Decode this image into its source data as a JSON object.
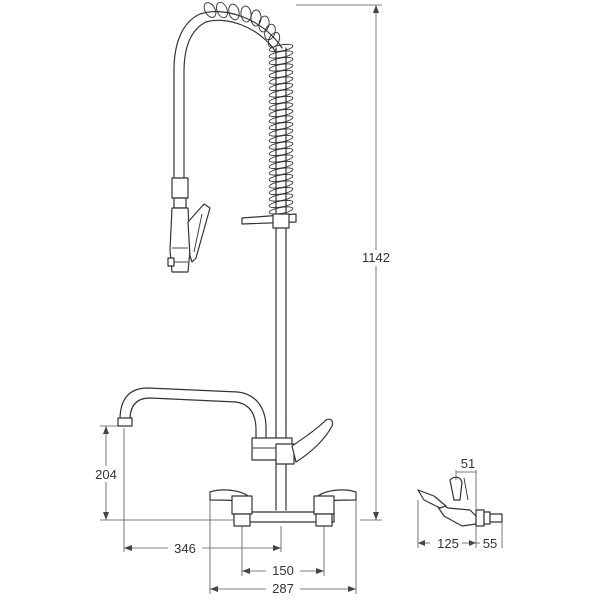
{
  "dimensions": {
    "total_height": "1142",
    "spout_height": "204",
    "spout_reach": "346",
    "inlet_centres": "150",
    "overall_width": "287",
    "side_depth": "125",
    "side_inlet": "55",
    "side_handle": "51"
  },
  "colors": {
    "line": "#333333",
    "dimension": "#555555",
    "background": "#ffffff"
  }
}
